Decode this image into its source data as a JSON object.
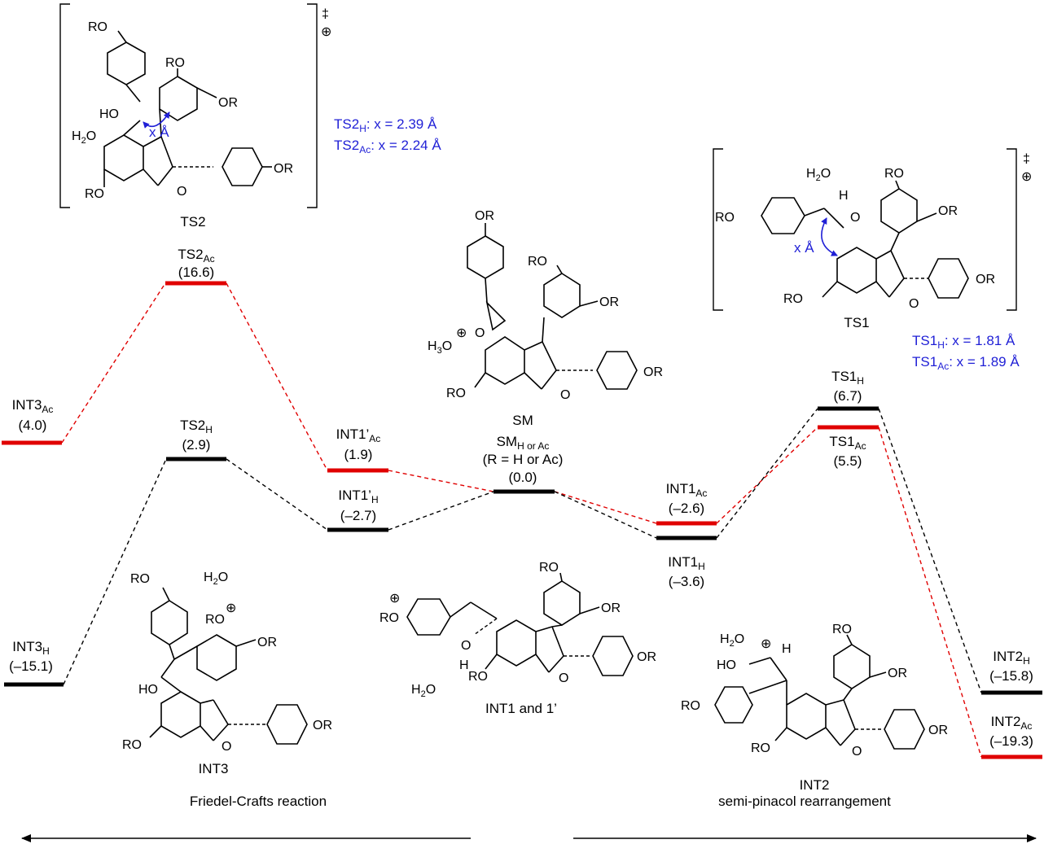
{
  "levels": [
    {
      "id": "INT3Ac",
      "name": "INT3",
      "sub": "Ac",
      "value": "(4.0)",
      "color": "#e00000"
    },
    {
      "id": "INT3H",
      "name": "INT3",
      "sub": "H",
      "value": "(–15.1)",
      "color": "#000000"
    },
    {
      "id": "TS2Ac",
      "name": "TS2",
      "sub": "Ac",
      "value": "(16.6)",
      "color": "#e00000"
    },
    {
      "id": "TS2H",
      "name": "TS2",
      "sub": "H",
      "value": "(2.9)",
      "color": "#000000"
    },
    {
      "id": "INT1pAc",
      "name": "INT1’",
      "sub": "Ac",
      "value": "(1.9)",
      "color": "#e00000"
    },
    {
      "id": "INT1pH",
      "name": "INT1’",
      "sub": "H",
      "value": "(–2.7)",
      "color": "#000000"
    },
    {
      "id": "SM",
      "name": "SM",
      "sub": "H or Ac",
      "value": "(0.0)",
      "note": "(R = H or Ac)",
      "color": "#000000"
    },
    {
      "id": "INT1Ac",
      "name": "INT1",
      "sub": "Ac",
      "value": "(–2.6)",
      "color": "#e00000"
    },
    {
      "id": "INT1H",
      "name": "INT1",
      "sub": "H",
      "value": "(–3.6)",
      "color": "#000000"
    },
    {
      "id": "TS1H",
      "name": "TS1",
      "sub": "H",
      "value": "(6.7)",
      "color": "#000000"
    },
    {
      "id": "TS1Ac",
      "name": "TS1",
      "sub": "Ac",
      "value": "(5.5)",
      "color": "#e00000"
    },
    {
      "id": "INT2H",
      "name": "INT2",
      "sub": "H",
      "value": "(–15.8)",
      "color": "#000000"
    },
    {
      "id": "INT2Ac",
      "name": "INT2",
      "sub": "Ac",
      "value": "(–19.3)",
      "color": "#e00000"
    }
  ],
  "paths": {
    "red": [
      "INT3Ac",
      "TS2Ac",
      "INT1pAc",
      "SM",
      "INT1Ac",
      "TS1Ac",
      "INT2Ac"
    ],
    "black": [
      "INT3H",
      "TS2H",
      "INT1pH",
      "SM",
      "INT1H",
      "TS1H",
      "INT2H"
    ]
  },
  "structures": {
    "ts2": "TS2",
    "ts1": "TS1",
    "sm": "SM",
    "int3": "INT3",
    "int1": "INT1 and 1’",
    "int2": "INT2"
  },
  "distances": {
    "ts2_h_name": "TS2",
    "ts2_h_sub": "H",
    "ts2_h_val": ": x = 2.39 Å",
    "ts2_ac_name": "TS2",
    "ts2_ac_sub": "Ac",
    "ts2_ac_val": ": x = 2.24 Å",
    "ts1_h_name": "TS1",
    "ts1_h_sub": "H",
    "ts1_h_val": ": x = 1.81 Å",
    "ts1_ac_name": "TS1",
    "ts1_ac_sub": "Ac",
    "ts1_ac_val": ": x = 1.89 Å",
    "x_label": "x Å"
  },
  "atoms": {
    "ro": "RO",
    "or": "OR",
    "o": "O",
    "h": "H",
    "ho": "HO",
    "h2o": "H2O",
    "h3o": "H3O",
    "dagger": "‡",
    "plus": "⊕"
  },
  "reactions": {
    "left": "Friedel-Crafts reaction",
    "right": "semi-pinacol rearrangement"
  },
  "colors": {
    "red": "#e00000",
    "black": "#000000",
    "blue": "#1f1fd6"
  }
}
